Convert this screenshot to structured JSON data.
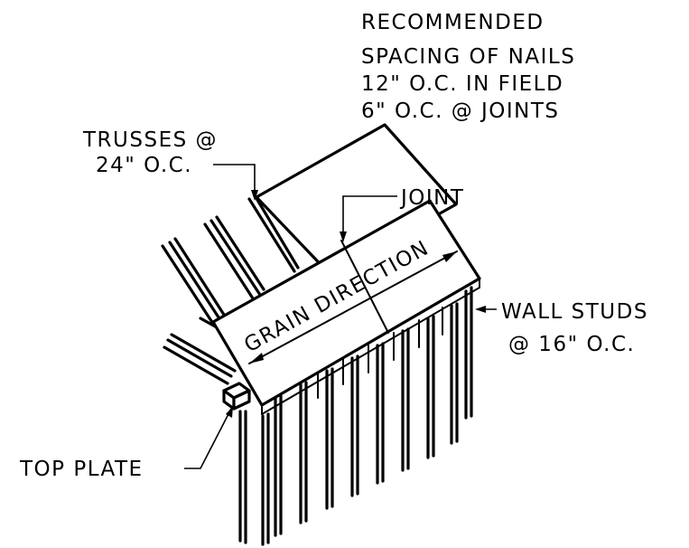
{
  "notes": {
    "nailing": [
      "RECOMMENDED",
      "SPACING OF NAILS",
      "12\" O.C. IN FIELD",
      "6\" O.C. @ JOINTS"
    ],
    "trusses": [
      "TRUSSES @",
      "24\" O.C."
    ],
    "joint": "JOINT",
    "wall_studs": [
      "WALL STUDS",
      "@ 16\" O.C."
    ],
    "top_plate": "TOP PLATE",
    "grain": "GRAIN DIRECTION"
  }
}
